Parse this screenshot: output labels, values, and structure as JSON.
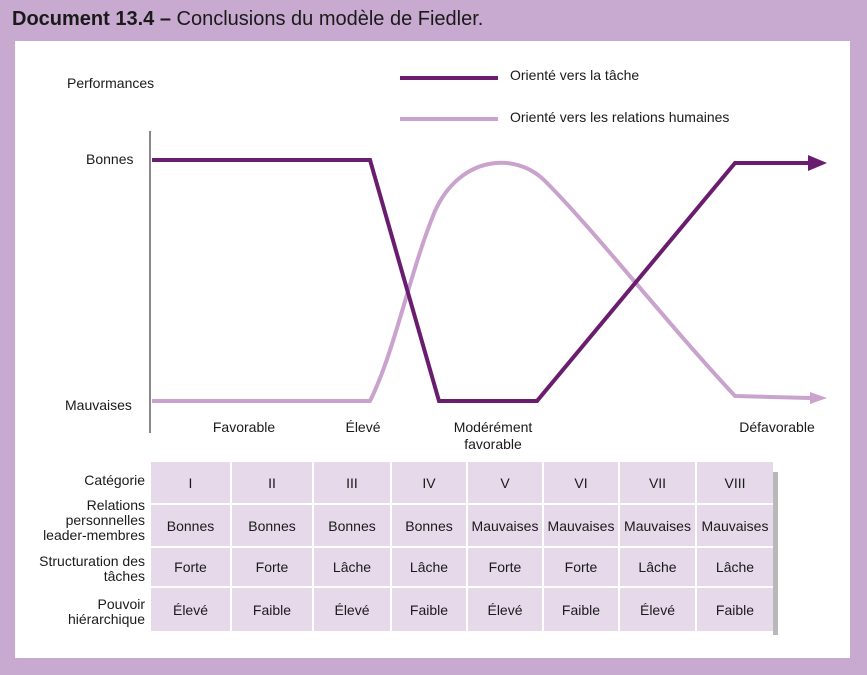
{
  "title": {
    "bold": "Document 13.4 –",
    "rest": "Conclusions du modèle de Fiedler."
  },
  "axis": {
    "y_title": "Performances",
    "y_top": "Bonnes",
    "y_bottom": "Mauvaises",
    "x_labels": [
      "Favorable",
      "Élevé",
      "Modérément favorable",
      "Défavorable"
    ]
  },
  "legend": {
    "task": "Orienté vers la tâche",
    "relations": "Orienté vers les relations humaines"
  },
  "colors": {
    "task": "#6a1d6e",
    "relations": "#c9a2cd",
    "axis": "#888888",
    "cell": "#e5d9ea",
    "border": "#c8a9d0"
  },
  "table": {
    "row_labels": [
      "Catégorie",
      "Relations personnelles leader-membres",
      "Structuration des tâches",
      "Pouvoir hiérarchique"
    ],
    "rows": [
      [
        "I",
        "II",
        "III",
        "IV",
        "V",
        "VI",
        "VII",
        "VIII"
      ],
      [
        "Bonnes",
        "Bonnes",
        "Bonnes",
        "Bonnes",
        "Mauvaises",
        "Mauvaises",
        "Mauvaises",
        "Mauvaises"
      ],
      [
        "Forte",
        "Forte",
        "Lâche",
        "Lâche",
        "Forte",
        "Forte",
        "Lâche",
        "Lâche"
      ],
      [
        "Élevé",
        "Faible",
        "Élevé",
        "Faible",
        "Élevé",
        "Faible",
        "Élevé",
        "Faible"
      ]
    ]
  }
}
